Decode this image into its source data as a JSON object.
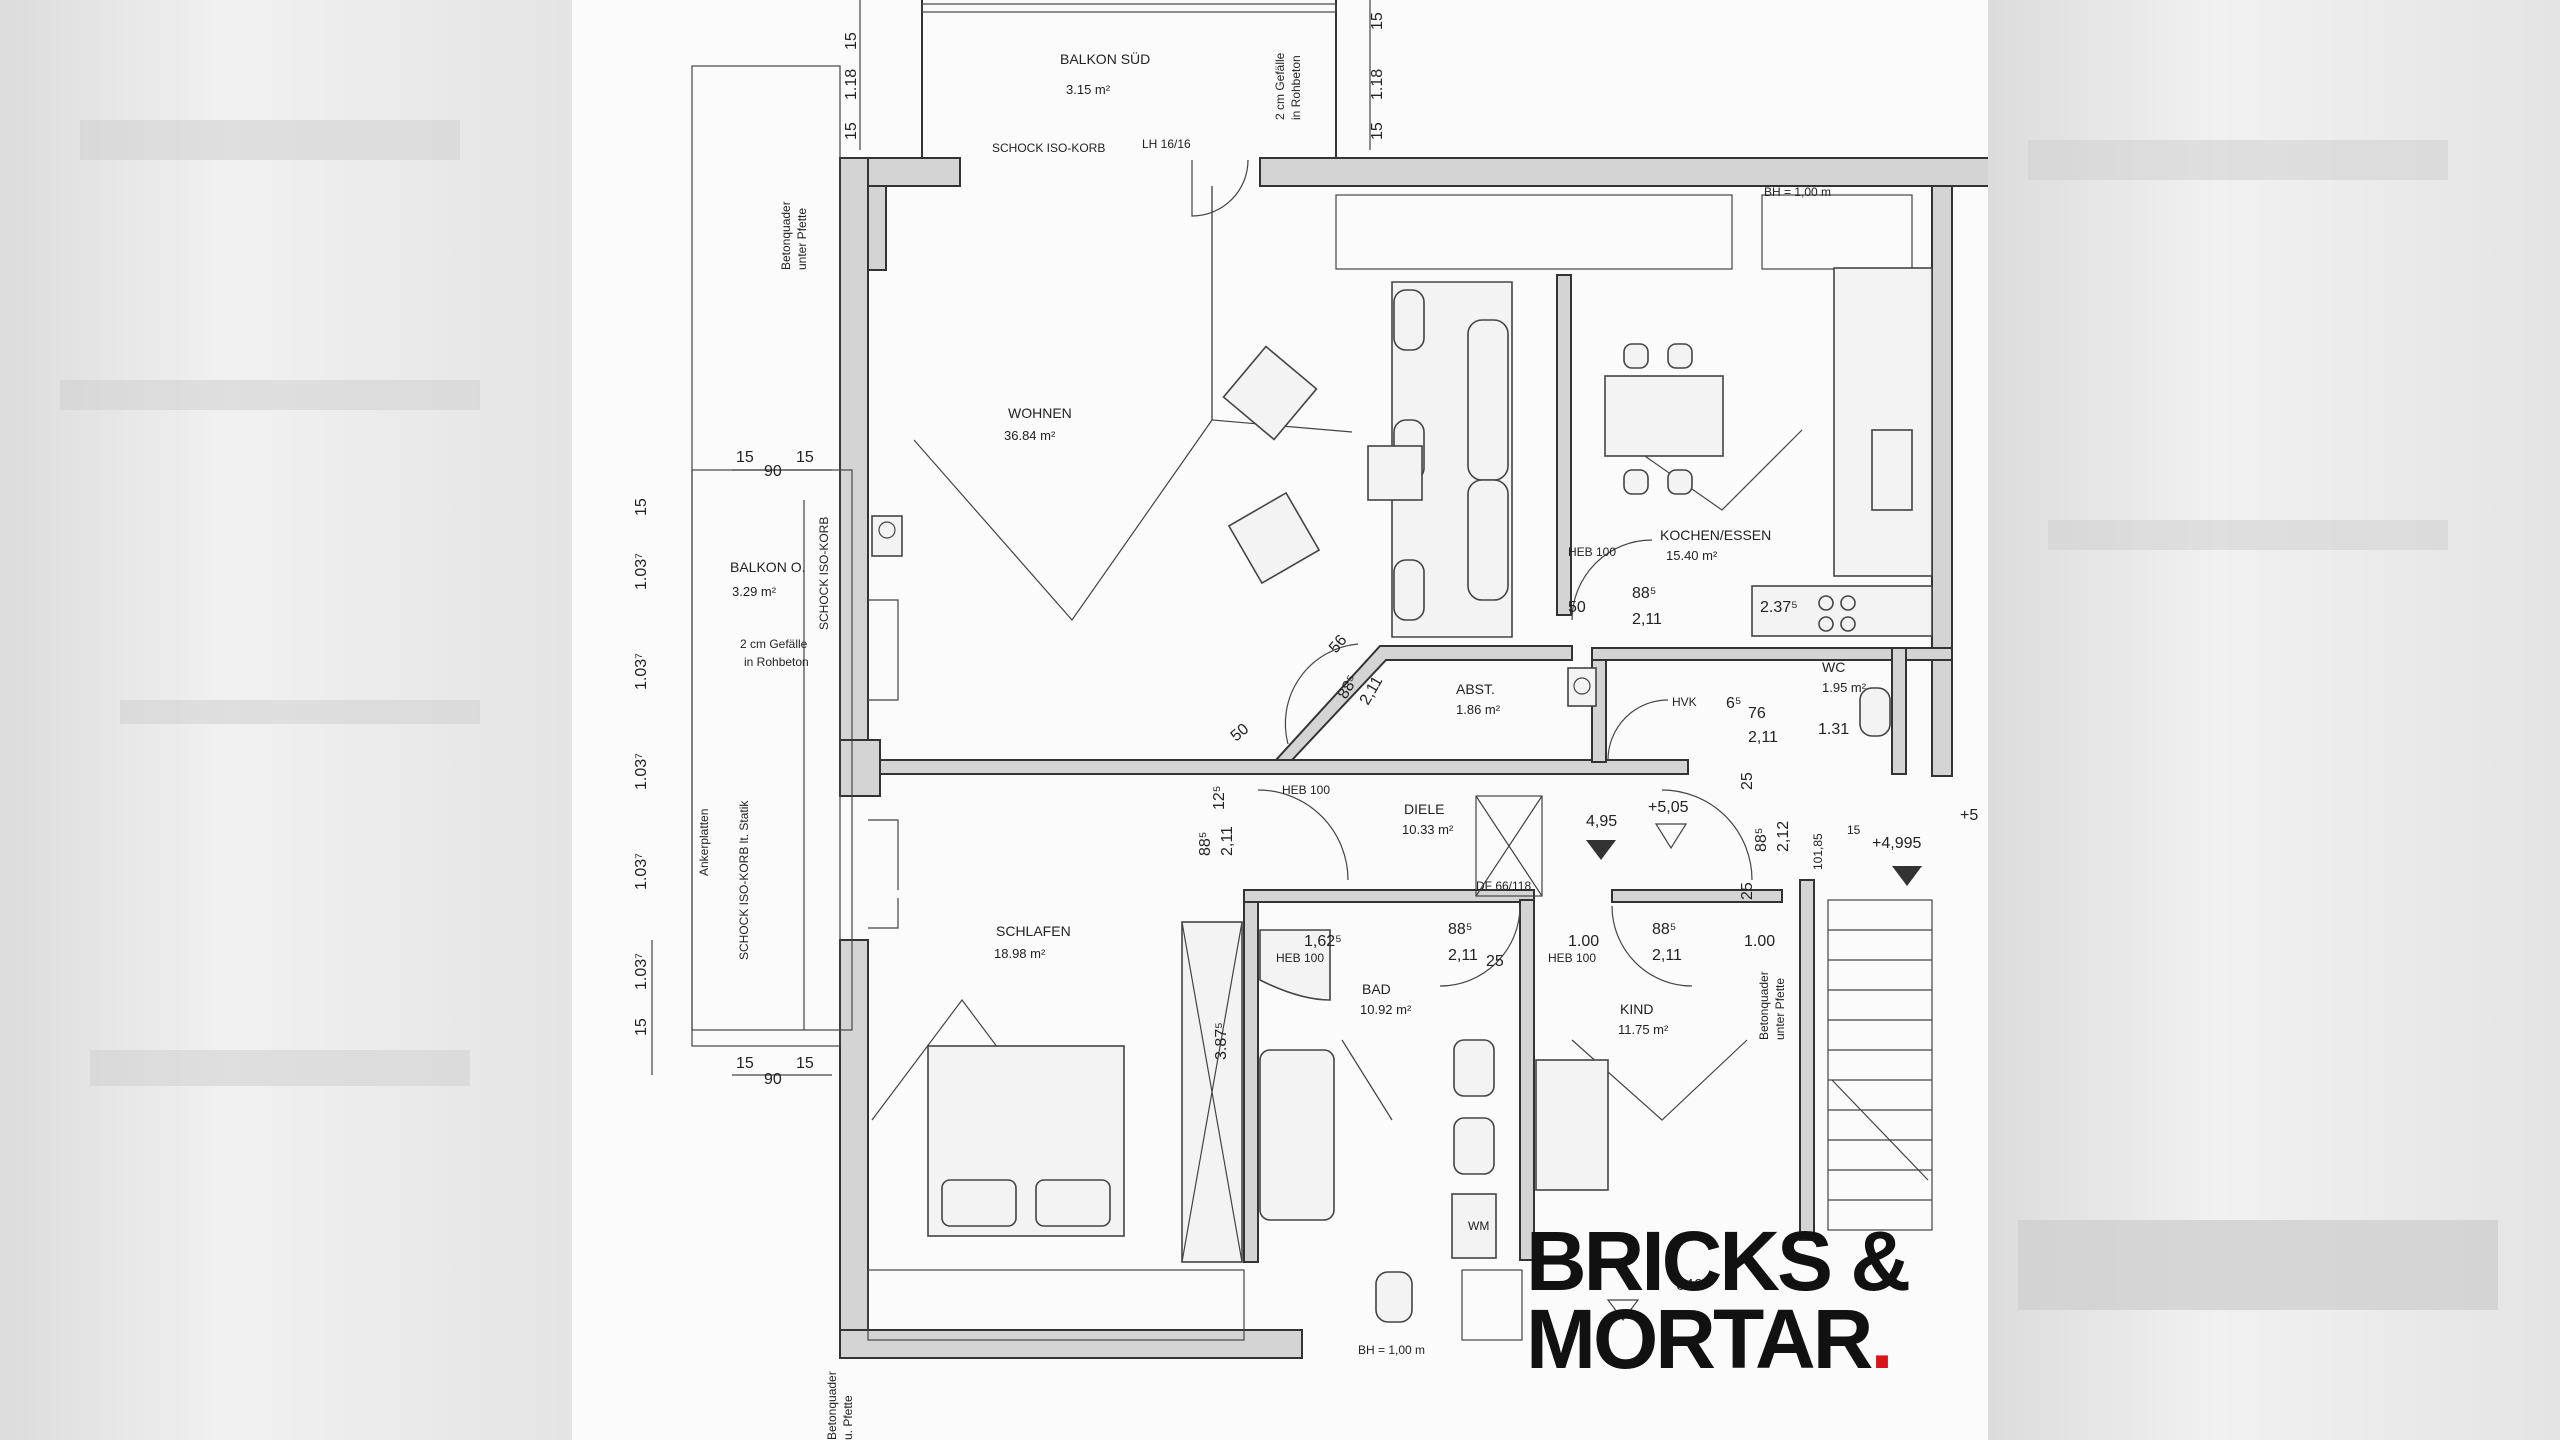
{
  "rooms": {
    "balkon_sued": {
      "name": "BALKON SÜD",
      "area": "3.15 m²"
    },
    "wohnen": {
      "name": "WOHNEN",
      "area": "36.84 m²"
    },
    "kochen": {
      "name": "KOCHEN/ESSEN",
      "area": "15.40 m²"
    },
    "balkon_ost": {
      "name": "BALKON O.",
      "area": "3.29 m²"
    },
    "abst": {
      "name": "ABST.",
      "area": "1.86 m²"
    },
    "wc": {
      "name": "WC",
      "area": "1.95 m²"
    },
    "diele": {
      "name": "DIELE",
      "area": "10.33 m²"
    },
    "schlafen": {
      "name": "SCHLAFEN",
      "area": "18.98 m²"
    },
    "bad": {
      "name": "BAD",
      "area": "10.92 m²"
    },
    "kind": {
      "name": "KIND",
      "area": "11.75 m²"
    }
  },
  "annotations": {
    "schock_top": "SCHOCK ISO-KORB",
    "lh": "LH 16/16",
    "gefaelle_top_1": "2 cm Gefälle",
    "gefaelle_top_2": "in Rohbeton",
    "betonquader_1": "Betonquader",
    "betonquader_2": "unter Pfette",
    "bh_top": "BH = 1,00 m",
    "bh_bottom": "BH = 1,00 m",
    "schock_left": "SCHOCK ISO-KORB",
    "gefaelle_left_1": "2 cm Gefälle",
    "gefaelle_left_2": "in Rohbeton",
    "ankerplatten": "Ankerplatten",
    "schock_statik": "SCHOCK ISO-KORB lt. Statik",
    "heb_1": "HEB 100",
    "heb_2": "HEB 100",
    "heb_3": "HEB 100",
    "heb_4": "HEB 100",
    "hvk": "HVK",
    "df": "DF 66/118",
    "wm": "WM",
    "betonquader_r1": "Betonquader",
    "betonquader_r2": "unter Pfette",
    "betonquader_b1": "Betonquader",
    "betonquader_b2": "u. Pfette"
  },
  "dimensions": {
    "d15a": "15",
    "d118a": "1.18",
    "d15b": "15",
    "d118b": "1.18",
    "d15c": "15",
    "d15d": "15",
    "d15e": "15",
    "d90a": "90",
    "d15f": "15",
    "v15a": "15",
    "v1037a": "1.03⁷",
    "v1037b": "1.03⁷",
    "v1037c": "1.03⁷",
    "v1037d": "1.03⁷",
    "v1037e": "1.03⁷",
    "v15b": "15",
    "b15a": "15",
    "b90": "90",
    "b15b": "15",
    "heb_door_w": "88⁵",
    "heb_door_h": "2,11",
    "d50a": "50",
    "d2375": "2.37⁵",
    "abst_door_w": "88⁵",
    "abst_door_h": "2,11",
    "d56": "56",
    "d50b": "50",
    "wc_w": "76",
    "wc_h": "2,11",
    "d65": "6⁵",
    "d131": "1.31",
    "schl_w": "88⁵",
    "schl_h": "2,11",
    "d125": "12⁵",
    "lvl_495": "4,95",
    "lvl_505": "+5,05",
    "lvl_4995": "+4,995",
    "lvl_5": "+5",
    "d885e": "88⁵",
    "d212": "2,12",
    "d10185": "101,85",
    "d25a": "25",
    "d25b": "25",
    "c15": "15",
    "bad_w": "88⁵",
    "bad_h": "2,11",
    "d1625": "1,62⁵",
    "d25c": "25",
    "d387": "3.87⁵",
    "kind_w": "88⁵",
    "kind_h": "2,11",
    "d100a": "1.00",
    "d100b": "1.00",
    "d646": "646"
  },
  "logo": {
    "line1": "BRICKS &",
    "line2": "MORTAR",
    "dot": "."
  }
}
